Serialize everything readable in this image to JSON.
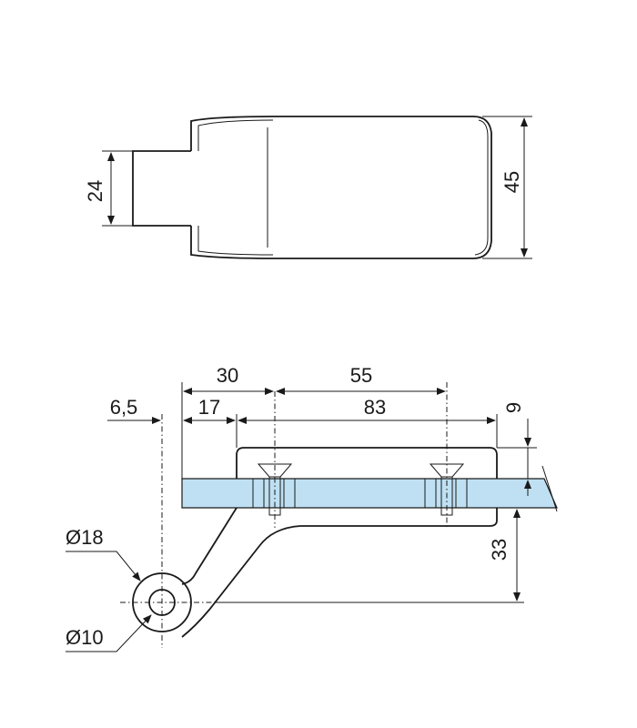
{
  "top_view": {
    "dims": {
      "width": "24",
      "height": "45"
    }
  },
  "side_view": {
    "dims": {
      "offset_left": "6,5",
      "offset_17": "17",
      "offset_30": "30",
      "span_55": "55",
      "span_83": "83",
      "thickness_9": "9",
      "height_33": "33",
      "dia_18": "Ø18",
      "dia_10": "Ø10"
    }
  },
  "colors": {
    "glass": "#bfe0f3",
    "line": "#1a1a1a"
  }
}
